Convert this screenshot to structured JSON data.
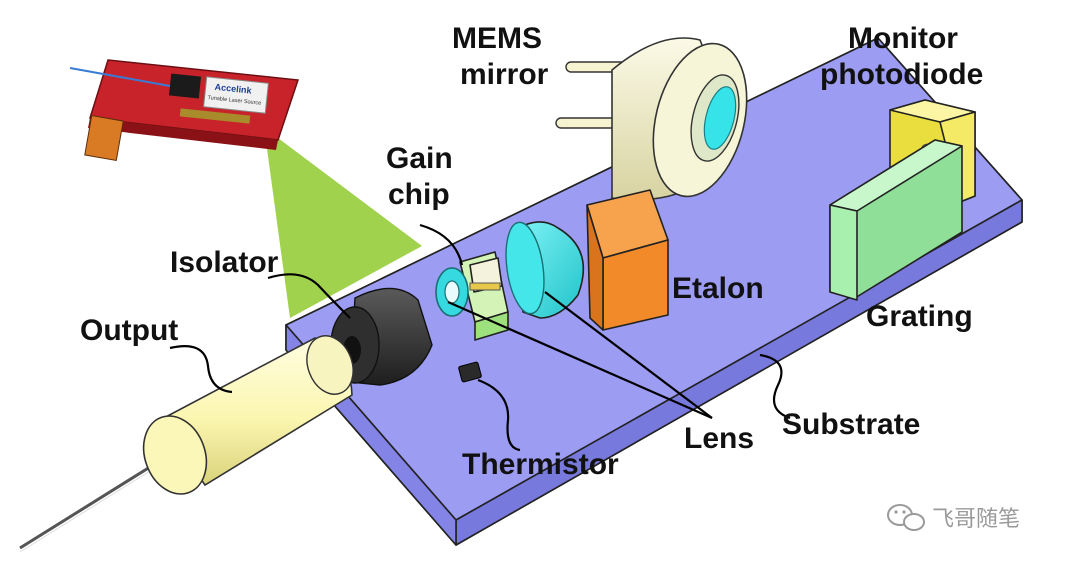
{
  "labels": {
    "mems": [
      "MEMS",
      "mirror"
    ],
    "monitor": [
      "Monitor",
      "photodiode"
    ],
    "gain": [
      "Gain",
      "chip"
    ],
    "isolator": "Isolator",
    "output": "Output",
    "etalon": "Etalon",
    "grating": "Grating",
    "substrate": "Substrate",
    "lens": "Lens",
    "thermistor": "Thermistor"
  },
  "pcb": {
    "brand": "Accelink",
    "subtitle": "Tunable Laser Source"
  },
  "watermark": "飞哥随笔",
  "colors": {
    "substrate": "#9b9cf2",
    "substrate_edge": "#7a7be0",
    "projection": "#9cd043",
    "lens": "#35e3e8",
    "etalon": "#f28a2a",
    "grating": "#a7f0ad",
    "photodiode": "#f3ec6f",
    "output_cylinder": "#fbf7b8",
    "isolator": "#3a3a3a",
    "pcb": "#c8232a",
    "mems_body": "#f3f1c8"
  }
}
